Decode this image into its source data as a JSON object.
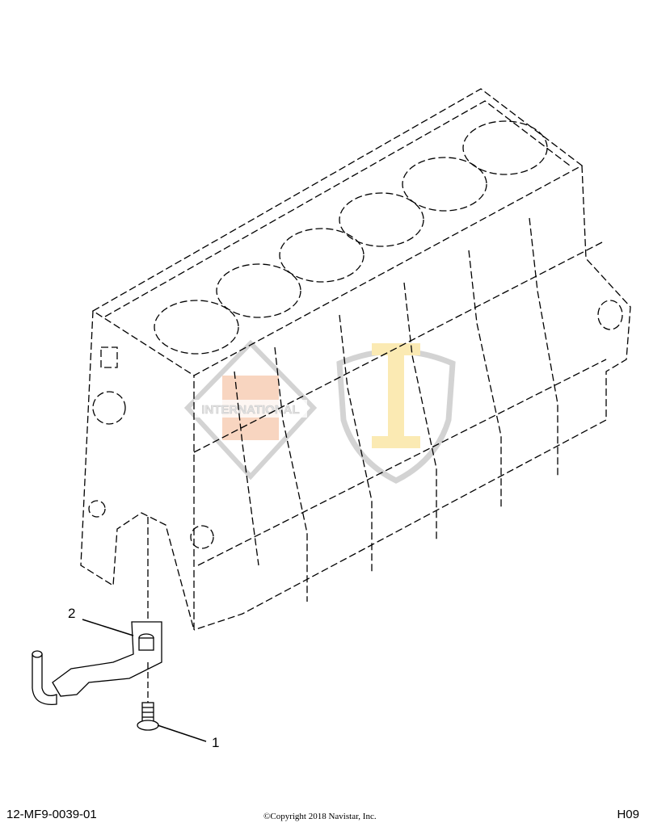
{
  "diagram": {
    "callouts": [
      {
        "number": "1",
        "part": "bolt"
      },
      {
        "number": "2",
        "part": "oil-suction-tube"
      }
    ],
    "watermark": {
      "logo_text": "INTERNATIONAL",
      "shield_letter": "I"
    },
    "line_color": "#000000",
    "watermark_colors": {
      "orange": "#f3b996",
      "yellow": "#fbe7a6",
      "gray": "#cccccc"
    }
  },
  "footer": {
    "figure_id": "12-MF9-0039-01",
    "copyright": "©Copyright 2018 Navistar, Inc.",
    "sheet": "H09"
  }
}
